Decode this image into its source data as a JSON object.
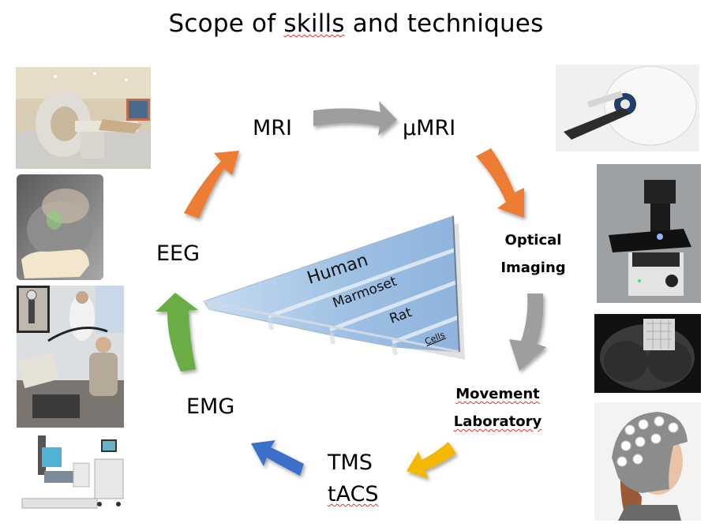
{
  "title": {
    "text_before": "Scope of ",
    "text_flagged": "skills",
    "text_after": " and techniques"
  },
  "cycle_nodes": [
    {
      "id": "mri",
      "label": "MRI"
    },
    {
      "id": "umri",
      "label": "μMRI"
    },
    {
      "id": "optical",
      "line1": "Optical",
      "line2": "Imaging"
    },
    {
      "id": "movement",
      "line1": "Movement",
      "line2": "Laboratory"
    },
    {
      "id": "tms",
      "line1": "TMS",
      "line2": "tACS"
    },
    {
      "id": "emg",
      "label": "EMG"
    },
    {
      "id": "eeg",
      "label": "EEG"
    }
  ],
  "arrows": [
    {
      "from": "MRI",
      "to": "μMRI",
      "color": "#9e9e9e"
    },
    {
      "from": "μMRI",
      "to": "Optical Imaging",
      "color": "#ed7d31"
    },
    {
      "from": "Optical Imaging",
      "to": "Movement Laboratory",
      "color": "#9e9e9e"
    },
    {
      "from": "Movement Laboratory",
      "to": "TMS tACS",
      "color": "#f5b800"
    },
    {
      "from": "TMS tACS",
      "to": "EMG",
      "color": "#3a6fc9"
    },
    {
      "from": "EMG",
      "to": "EEG",
      "color": "#6aad45"
    },
    {
      "from": "EEG",
      "to": "MRI",
      "color": "#ed7d31"
    }
  ],
  "pyramid": {
    "layers": [
      "Human",
      "Marmoset",
      "Rat",
      "Cells"
    ],
    "fill": "#9dbfe3"
  },
  "photos": {
    "left": [
      "mri-scanner-room",
      "head-brain-model",
      "emg-grip-lab",
      "isokinetic-dynamometer"
    ],
    "right": [
      "preclinical-mri-scanner",
      "inverted-microscope",
      "rat-brain-mri-slice",
      "eeg-cap-woman"
    ]
  }
}
